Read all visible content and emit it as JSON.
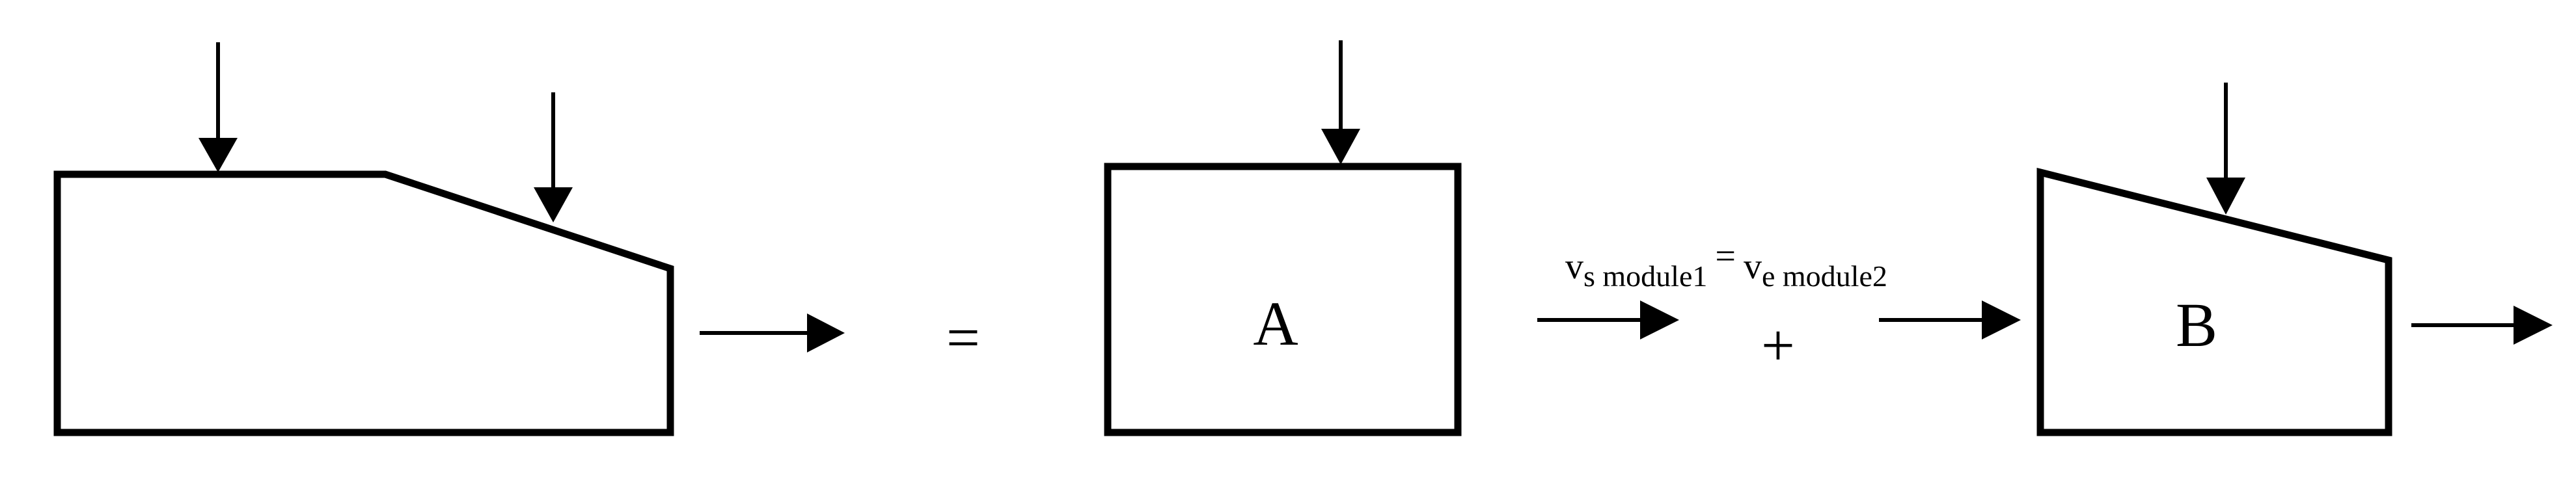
{
  "diagram": {
    "equals_sign": "=",
    "plus_sign": "+",
    "module_a_label": "A",
    "module_b_label": "B",
    "equation": {
      "lhs_var": "v",
      "lhs_sub": "s module1",
      "equals": "=",
      "rhs_var": "v",
      "rhs_sub": "e module2"
    }
  }
}
